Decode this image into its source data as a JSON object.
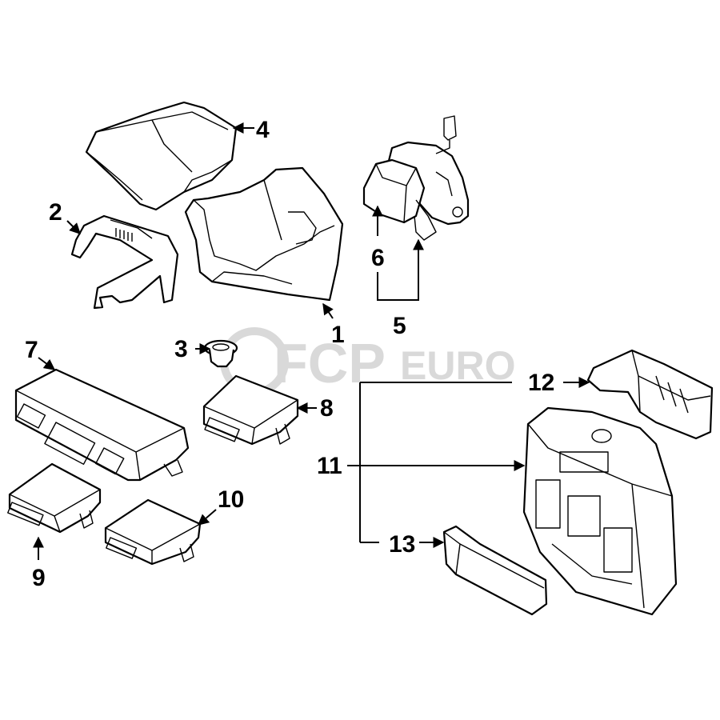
{
  "watermark": {
    "brand": "FCP",
    "suffix": "EURO"
  },
  "callouts": {
    "c1": "1",
    "c2": "2",
    "c3": "3",
    "c4": "4",
    "c5": "5",
    "c6": "6",
    "c7": "7",
    "c8": "8",
    "c9": "9",
    "c10": "10",
    "c11": "11",
    "c12": "12",
    "c13": "13"
  }
}
